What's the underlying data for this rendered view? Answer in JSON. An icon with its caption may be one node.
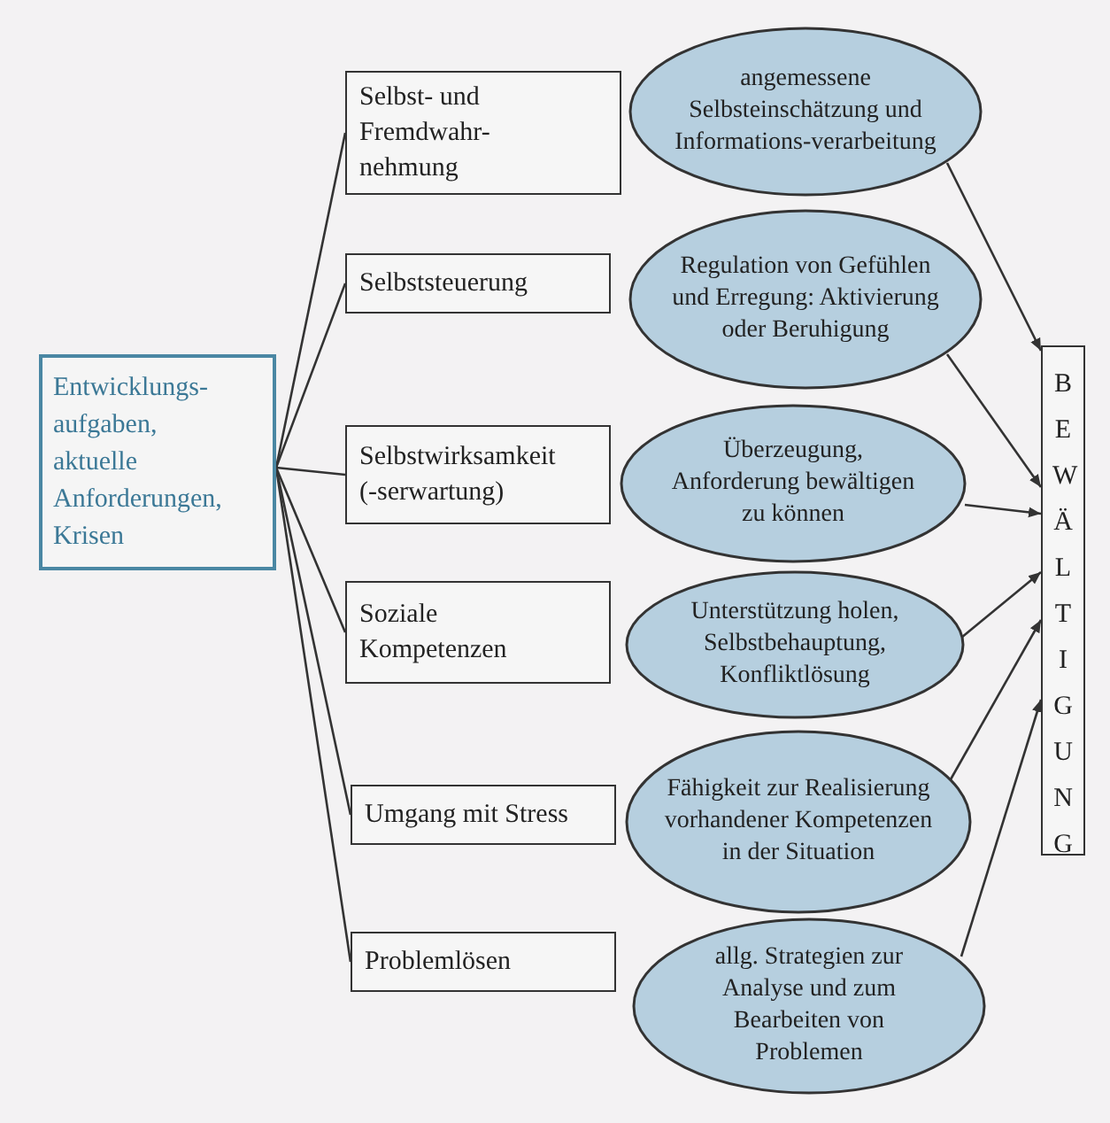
{
  "diagram": {
    "nodes": [
      {
        "text": [
          "Entwicklungs-aufgaben, aktuelle Anforderungen, Krisen"
        ]
      },
      {
        "text": [
          "Selbst- und Fremdwahr-nehmung"
        ]
      },
      {
        "text": [
          "angemessene Selbsteinschätzung und Informations-verarbeitung"
        ]
      },
      {
        "text": [
          "Selbststeuerung"
        ]
      },
      {
        "text": [
          "Regulation von Gefühlen und Erregung: Aktivierung oder Beruhigung"
        ]
      },
      {
        "text": [
          "Selbstwirksamkeit (-serwartung)"
        ]
      },
      {
        "text": [
          "Überzeugung, Anforderung bewältigen zu können"
        ]
      },
      {
        "text": [
          "Soziale Kompetenzen"
        ]
      },
      {
        "text": [
          "Unterstützung holen, Selbstbehauptung, Konfliktlösung"
        ]
      },
      {
        "text": [
          "Umgang mit Stress"
        ]
      },
      {
        "text": [
          "Fähigkeit zur Realisierung vorhandener Kompetenzen in der Situation"
        ]
      },
      {
        "text": [
          "Problemlösen"
        ]
      },
      {
        "text": [
          "allg. Strategien zur Analyse und zum Bearbeiten von Problemen"
        ]
      },
      {
        "text": [
          "BEWÄLTIGUNG"
        ]
      }
    ],
    "edges": [
      {
        "from": 0,
        "to": 1,
        "arrow": "none"
      },
      {
        "from": 0,
        "to": 3,
        "arrow": "none"
      },
      {
        "from": 0,
        "to": 5,
        "arrow": "none"
      },
      {
        "from": 0,
        "to": 7,
        "arrow": "none"
      },
      {
        "from": 0,
        "to": 9,
        "arrow": "none"
      },
      {
        "from": 0,
        "to": 11,
        "arrow": "none"
      },
      {
        "from": 2,
        "to": 13,
        "arrow": "to"
      },
      {
        "from": 4,
        "to": 13,
        "arrow": "to"
      },
      {
        "from": 6,
        "to": 13,
        "arrow": "to"
      },
      {
        "from": 8,
        "to": 13,
        "arrow": "to"
      },
      {
        "from": 10,
        "to": 13,
        "arrow": "to"
      },
      {
        "from": 12,
        "to": 13,
        "arrow": "to"
      }
    ]
  }
}
